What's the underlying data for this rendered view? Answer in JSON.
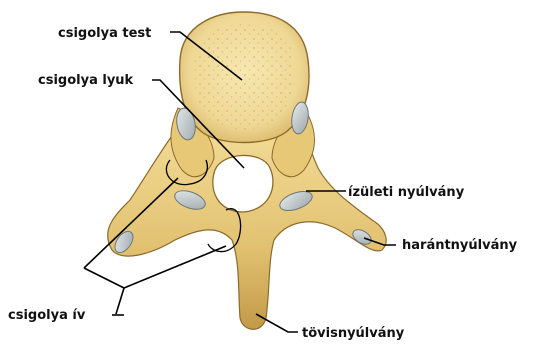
{
  "labels": {
    "vertebral_body": "csigolya test",
    "vertebral_foramen": "csigolya lyuk",
    "articular_process": "ízületi nyúlvány",
    "transverse_process": "harántnyúlvány",
    "vertebral_arch": "csigolya ív",
    "spinous_process": "tövisnyúlvány"
  },
  "colors": {
    "bone": "#e8cd7a",
    "bone_light": "#f4e1a4",
    "bone_shadow": "#b58e3c",
    "body_surface": "#f0dd9c",
    "cartilage": "#b9c3c6",
    "line": "#000000"
  }
}
